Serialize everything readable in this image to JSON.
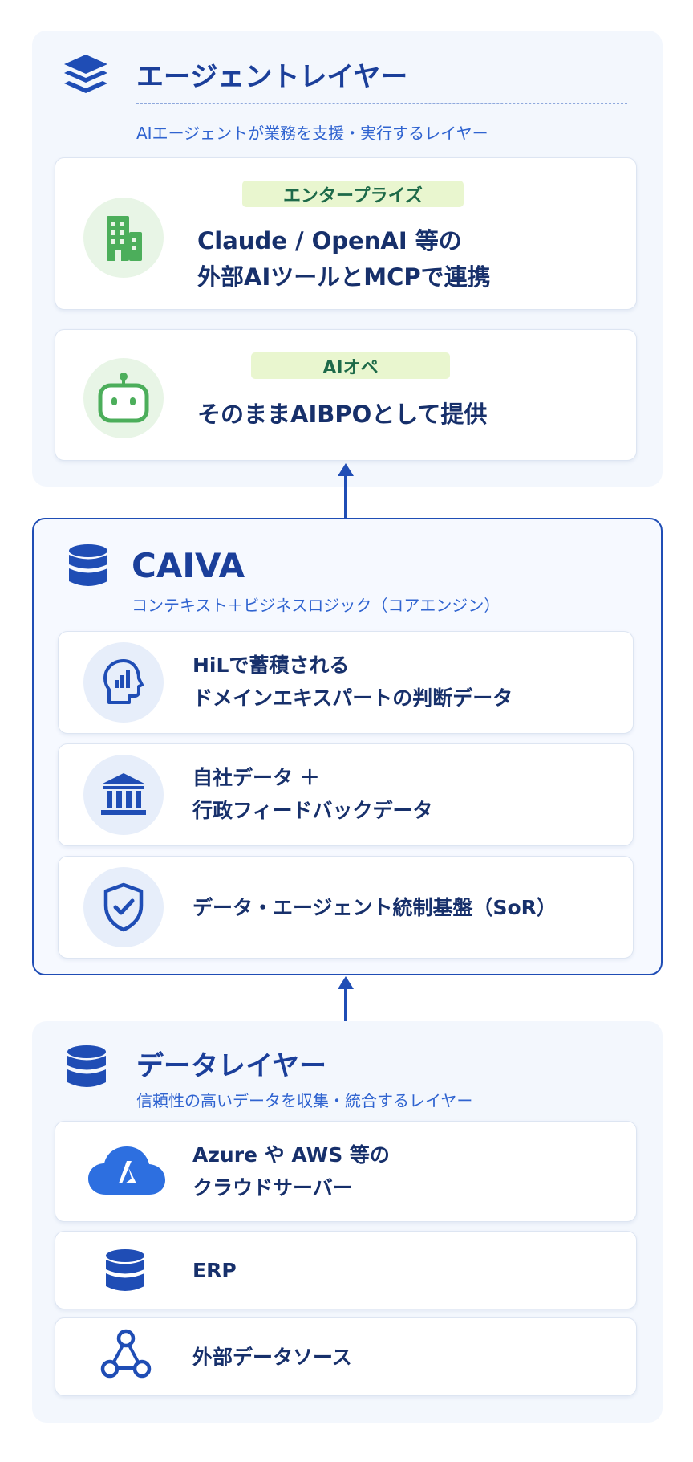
{
  "agent_layer": {
    "title": "エージェントレイヤー",
    "subtitle": "AIエージェントが業務を支援・実行するレイヤー",
    "icon": "layers-icon",
    "cards": [
      {
        "tag": "エンタープライズ",
        "icon": "building-icon",
        "lines": [
          "Claude / OpenAI 等の",
          "外部AIツールとMCPで連携"
        ]
      },
      {
        "tag": "AIオペ",
        "icon": "robot-icon",
        "lines": [
          "そのままAIBPOとして提供"
        ]
      }
    ]
  },
  "caiva": {
    "title": "CAIVA",
    "subtitle": "コンテキスト＋ビジネスロジック（コアエンジン）",
    "icon": "database-icon",
    "cards": [
      {
        "icon": "head-chart-icon",
        "lines": [
          "HiLで蓄積される",
          "ドメインエキスパートの判断データ"
        ]
      },
      {
        "icon": "government-building-icon",
        "lines": [
          "自社データ ＋",
          "行政フィードバックデータ"
        ]
      },
      {
        "icon": "shield-check-icon",
        "lines": [
          "データ・エージェント統制基盤（SoR）"
        ]
      }
    ]
  },
  "data_layer": {
    "title": "データレイヤー",
    "subtitle": "信頼性の高いデータを収集・統合するレイヤー",
    "icon": "database-icon",
    "cards": [
      {
        "icon": "azure-cloud-icon",
        "lines": [
          "Azure や AWS 等の",
          "クラウドサーバー"
        ]
      },
      {
        "icon": "database-icon",
        "lines": [
          "ERP"
        ]
      },
      {
        "icon": "network-icon",
        "lines": [
          "外部データソース"
        ]
      }
    ]
  },
  "colors": {
    "primary_blue": "#1f4db5",
    "accent_green": "#4cae5b",
    "tag_bg": "#e9f6cf",
    "layer_bg": "#f3f7fd"
  }
}
